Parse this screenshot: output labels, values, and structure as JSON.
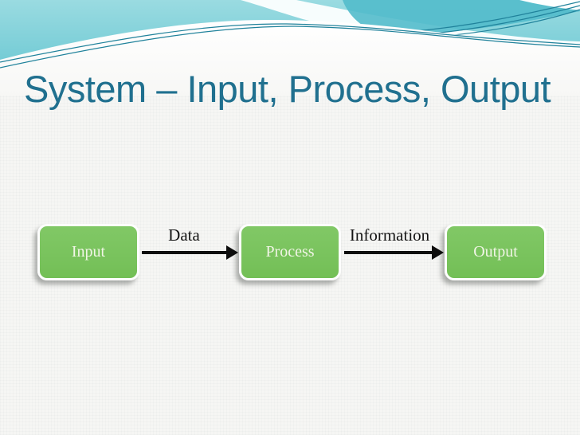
{
  "slide": {
    "title": "System – Input, Process, Output",
    "title_color": "#20708F",
    "background_color": "#F6F6F4"
  },
  "diagram": {
    "nodes": [
      {
        "id": "input",
        "label": "Input"
      },
      {
        "id": "process",
        "label": "Process"
      },
      {
        "id": "output",
        "label": "Output"
      }
    ],
    "arrows": [
      {
        "from": "input",
        "to": "process",
        "label": "Data"
      },
      {
        "from": "process",
        "to": "output",
        "label": "Information"
      }
    ],
    "node_fill": "#7AC35E",
    "node_border": "#FDFDFD",
    "node_text_color": "#F1F5E6",
    "arrow_color": "#0D0D0D",
    "arrow_label_color": "#141414"
  },
  "header": {
    "teal_light": "#9ADBE1",
    "teal_dark": "#5FC3CF",
    "ribbon": "#52BBCB",
    "thin_line": "#20829B",
    "wave_white": "#FCFCFA"
  }
}
